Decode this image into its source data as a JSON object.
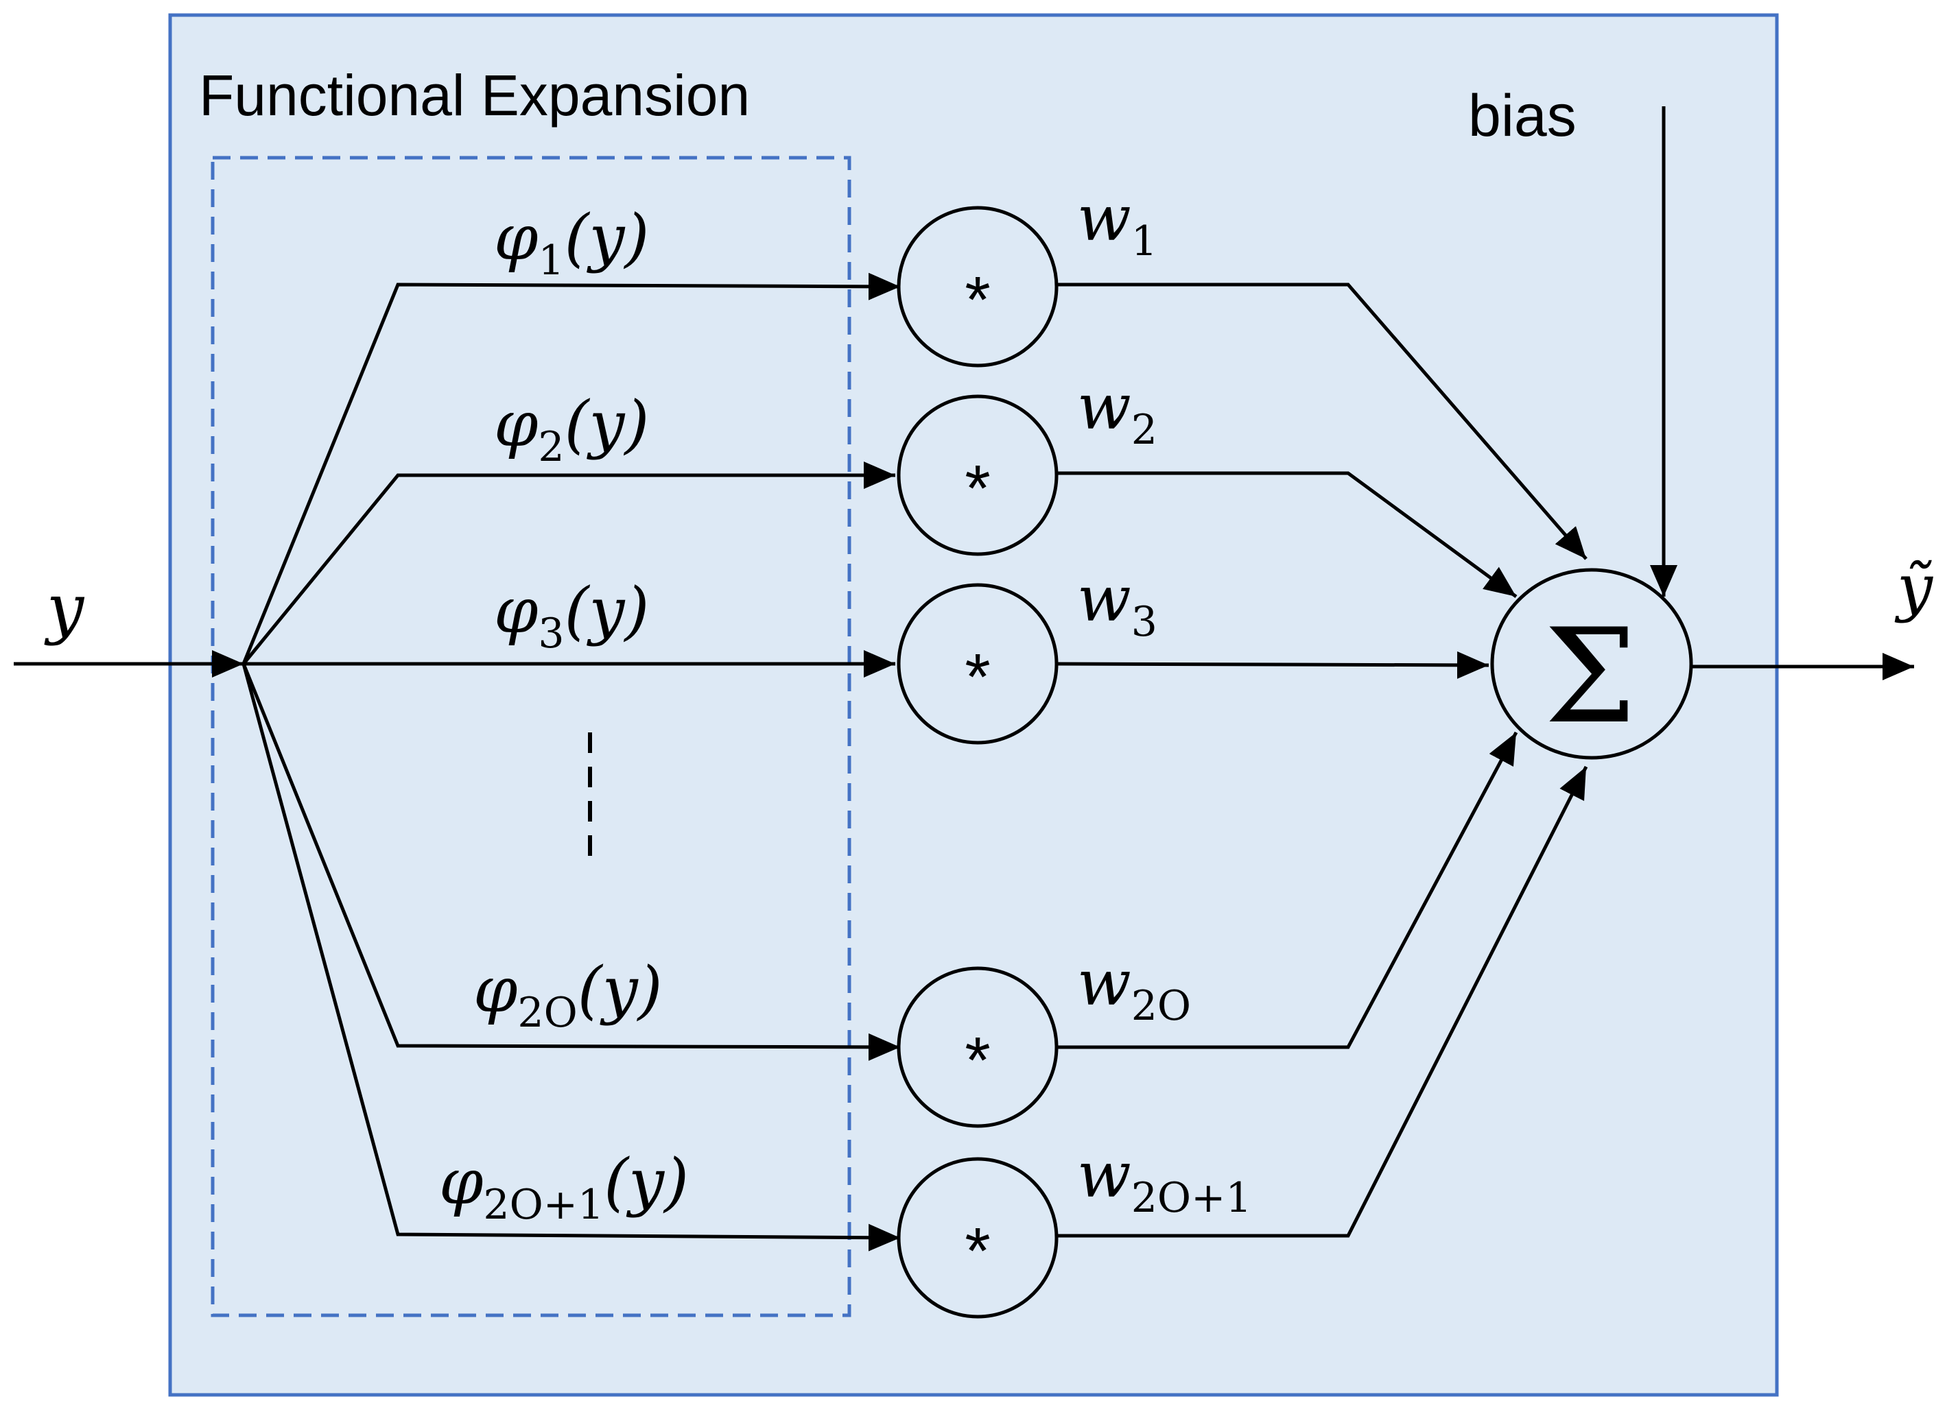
{
  "diagram": {
    "title": "Functional Expansion",
    "input_label": "y",
    "output_label": "ỹ",
    "bias_label": "bias",
    "sum_symbol": "Σ",
    "multiply_symbol": "*",
    "colors": {
      "panel_fill": "#dde9f5",
      "panel_border": "#4472c4",
      "dashed_box": "#4472c4",
      "lines": "#000000"
    },
    "branches": [
      {
        "phi_base": "φ",
        "phi_sub": "1",
        "phi_arg": "(y)",
        "w_base": "w",
        "w_sub": "1"
      },
      {
        "phi_base": "φ",
        "phi_sub": "2",
        "phi_arg": "(y)",
        "w_base": "w",
        "w_sub": "2"
      },
      {
        "phi_base": "φ",
        "phi_sub": "3",
        "phi_arg": "(y)",
        "w_base": "w",
        "w_sub": "3"
      },
      {
        "phi_base": "φ",
        "phi_sub": "2O",
        "phi_arg": "(y)",
        "w_base": "w",
        "w_sub": "2O"
      },
      {
        "phi_base": "φ",
        "phi_sub": "2O+1",
        "phi_arg": "(y)",
        "w_base": "w",
        "w_sub": "2O+1"
      }
    ]
  }
}
